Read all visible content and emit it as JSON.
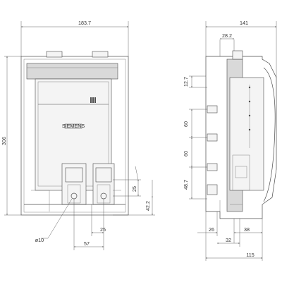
{
  "front_view": {
    "width_dim": "183.7",
    "height_dim": "306",
    "hole_dia": "ø10",
    "dim_57": "57",
    "dim_25_bottom": "25",
    "dim_25_right": "25",
    "dim_42_2": "42.2",
    "label_plate_text": "SIEMENS"
  },
  "side_view": {
    "depth_dim": "141",
    "dim_28_2": "28.2",
    "dim_12_7": "12.7",
    "dim_60_a": "60",
    "dim_60_b": "60",
    "dim_48_7": "48.7",
    "dim_26": "26",
    "dim_38": "38",
    "dim_32": "32",
    "dim_115": "115"
  }
}
